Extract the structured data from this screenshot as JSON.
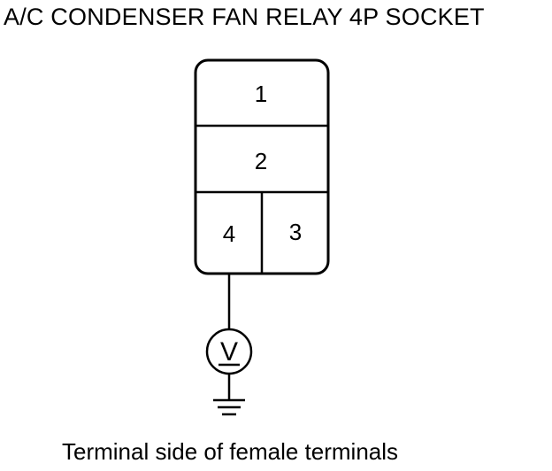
{
  "title": "A/C CONDENSER FAN RELAY 4P SOCKET",
  "connector": {
    "terminals": [
      {
        "id": "terminal-1",
        "label": "1"
      },
      {
        "id": "terminal-2",
        "label": "2"
      },
      {
        "id": "terminal-4",
        "label": "4"
      },
      {
        "id": "terminal-3",
        "label": "3"
      }
    ]
  },
  "meter": {
    "icon": "dc-voltmeter-icon",
    "symbol": "V"
  },
  "ground": {
    "icon": "ground-icon"
  },
  "caption": "Terminal side of female terminals",
  "colors": {
    "line": "#000000",
    "background": "#ffffff"
  }
}
